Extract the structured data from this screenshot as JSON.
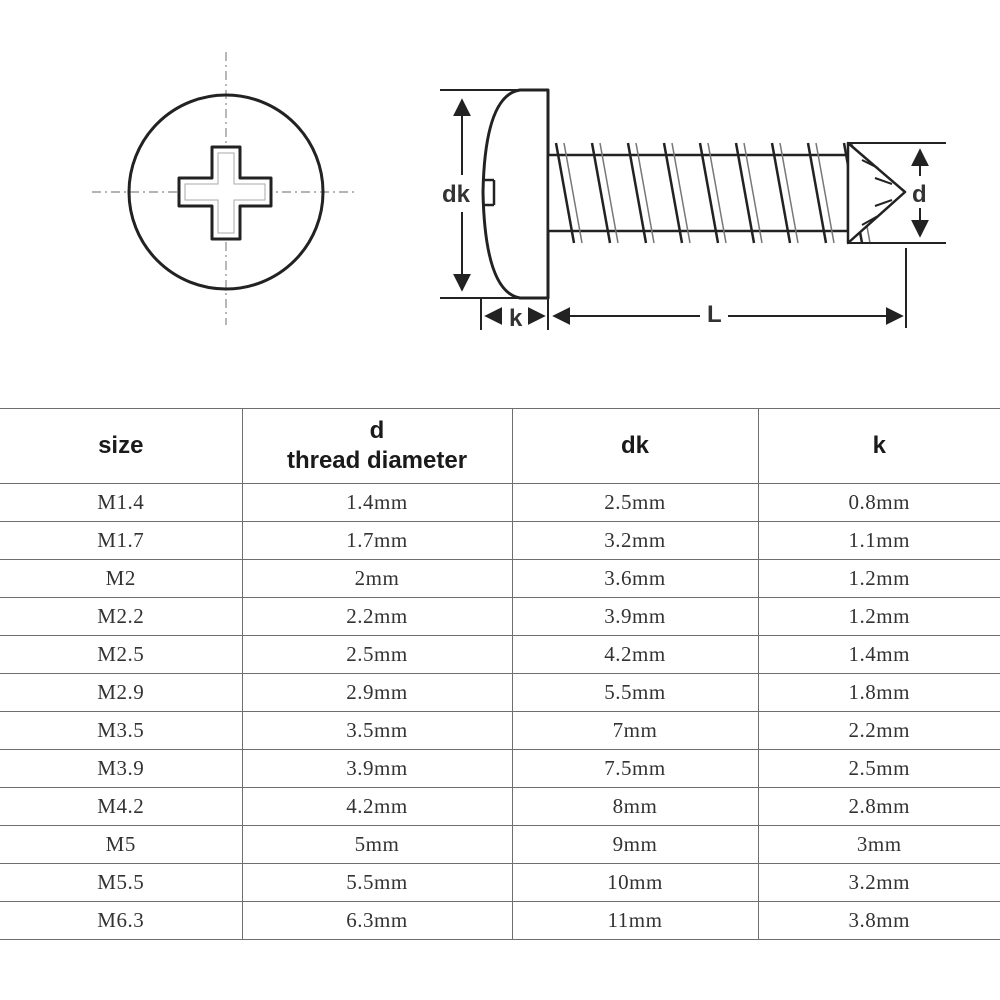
{
  "diagram": {
    "label_dk": "dk",
    "label_d": "d",
    "label_k": "k",
    "label_L": "L",
    "metal_color": "#ffffff",
    "line_color": "#222222"
  },
  "table": {
    "headers": {
      "size": "size",
      "d_line1": "d",
      "d_line2": "thread diameter",
      "dk": "dk",
      "k": "k"
    },
    "rows": [
      {
        "size": "M1.4",
        "d": "1.4mm",
        "dk": "2.5mm",
        "k": "0.8mm"
      },
      {
        "size": "M1.7",
        "d": "1.7mm",
        "dk": "3.2mm",
        "k": "1.1mm"
      },
      {
        "size": "M2",
        "d": "2mm",
        "dk": "3.6mm",
        "k": "1.2mm"
      },
      {
        "size": "M2.2",
        "d": "2.2mm",
        "dk": "3.9mm",
        "k": "1.2mm"
      },
      {
        "size": "M2.5",
        "d": "2.5mm",
        "dk": "4.2mm",
        "k": "1.4mm"
      },
      {
        "size": "M2.9",
        "d": "2.9mm",
        "dk": "5.5mm",
        "k": "1.8mm"
      },
      {
        "size": "M3.5",
        "d": "3.5mm",
        "dk": "7mm",
        "k": "2.2mm"
      },
      {
        "size": "M3.9",
        "d": "3.9mm",
        "dk": "7.5mm",
        "k": "2.5mm"
      },
      {
        "size": "M4.2",
        "d": "4.2mm",
        "dk": "8mm",
        "k": "2.8mm"
      },
      {
        "size": "M5",
        "d": "5mm",
        "dk": "9mm",
        "k": "3mm"
      },
      {
        "size": "M5.5",
        "d": "5.5mm",
        "dk": "10mm",
        "k": "3.2mm"
      },
      {
        "size": "M6.3",
        "d": "6.3mm",
        "dk": "11mm",
        "k": "3.8mm"
      }
    ]
  }
}
